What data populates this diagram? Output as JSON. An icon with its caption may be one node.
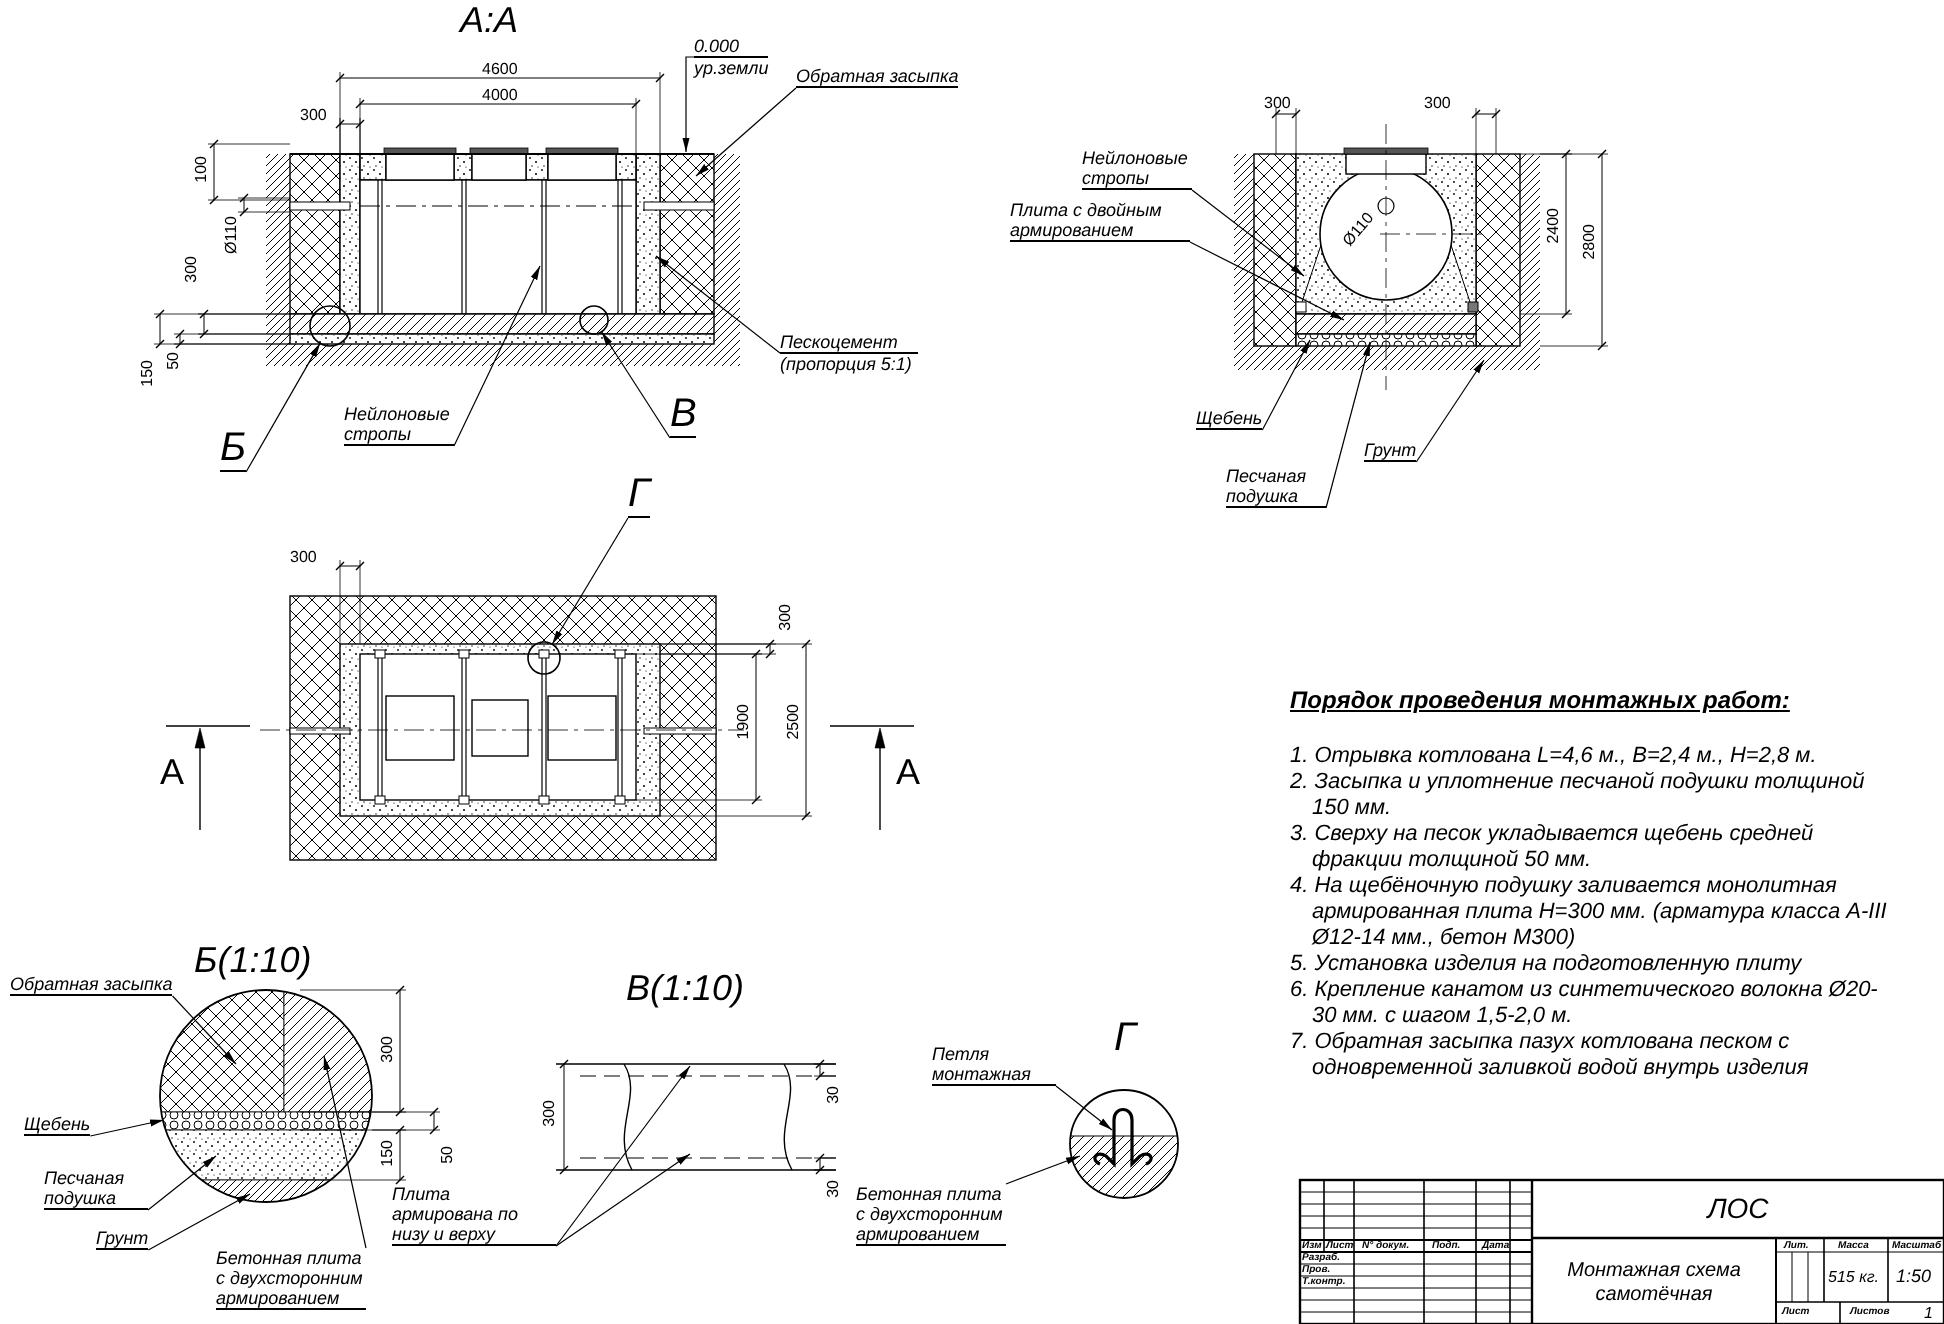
{
  "diagram": {
    "nodes": [
      {
        "text": [],
        "shape": "picture"
      },
      {
        "text": [
          "0.000",
          "ур.земли"
        ]
      },
      {
        "text": [
          "Обратная засыпка"
        ]
      },
      {
        "text": [
          "Пескоцемент",
          "(пропорция 5:1)"
        ]
      },
      {
        "text": [
          "Нейлоновые стропы"
        ]
      },
      {
        "text": [
          "Б"
        ]
      },
      {
        "text": [],
        "shape": "circle",
        "in": 0
      },
      {
        "text": [
          "В"
        ]
      },
      {
        "text": [],
        "shape": "circle",
        "in": 0
      },
      {
        "text": [],
        "shape": "picture"
      },
      {
        "text": [
          "Нейлоновые стропы"
        ]
      },
      {
        "text": [
          "Плита с двойным армированием"
        ]
      },
      {
        "text": [
          "Щебень"
        ]
      },
      {
        "text": [
          "Песчаная подушка"
        ]
      },
      {
        "text": [
          "Грунт"
        ]
      },
      {
        "text": [],
        "shape": "picture"
      },
      {
        "text": [
          "Г"
        ]
      },
      {
        "text": [],
        "shape": "circle",
        "in": 15
      },
      {
        "text": [],
        "shape": "picture"
      },
      {
        "text": [
          "Обратная засыпка"
        ]
      },
      {
        "text": [
          "Щебень"
        ]
      },
      {
        "text": [
          "Песчаная подушка"
        ]
      },
      {
        "text": [
          "Грунт"
        ]
      },
      {
        "text": [
          "Бетонная плита с двухсторонним армированием"
        ]
      },
      {
        "text": [],
        "shape": "picture"
      },
      {
        "text": [
          "Плита армирована по низу и верху"
        ]
      },
      {
        "text": [],
        "shape": "picture"
      },
      {
        "text": [
          "Петля монтажная"
        ]
      },
      {
        "text": [
          "Бетонная плита с двухсторонним армированием"
        ]
      }
    ],
    "edges": [
      {
        "from": 1,
        "to": 0,
        "arrow": "to"
      },
      {
        "from": 2,
        "to": 0,
        "arrow": "to"
      },
      {
        "from": 3,
        "to": 0,
        "arrow": "to"
      },
      {
        "from": 4,
        "to": 0,
        "arrow": "to"
      },
      {
        "from": 5,
        "to": 6,
        "arrow": "to"
      },
      {
        "from": 7,
        "to": 8,
        "arrow": "to"
      },
      {
        "from": 16,
        "to": 17,
        "arrow": "to"
      },
      {
        "from": 10,
        "to": 9,
        "arrow": "to"
      },
      {
        "from": 11,
        "to": 9,
        "arrow": "to"
      },
      {
        "from": 12,
        "to": 9,
        "arrow": "to"
      },
      {
        "from": 13,
        "to": 9,
        "arrow": "to"
      },
      {
        "from": 14,
        "to": 9,
        "arrow": "to"
      },
      {
        "from": 19,
        "to": 18,
        "arrow": "to"
      },
      {
        "from": 20,
        "to": 18,
        "arrow": "to"
      },
      {
        "from": 21,
        "to": 18,
        "arrow": "to"
      },
      {
        "from": 22,
        "to": 18,
        "arrow": "to"
      },
      {
        "from": 23,
        "to": 18,
        "arrow": "to"
      },
      {
        "from": 25,
        "to": 24,
        "arrow": "to"
      },
      {
        "from": 25,
        "to": 24,
        "arrow": "to"
      },
      {
        "from": 27,
        "to": 26,
        "arrow": "to"
      },
      {
        "from": 28,
        "to": 26,
        "arrow": "to"
      }
    ],
    "labels": [
      "А:А",
      "4600",
      "4000",
      "300",
      "100",
      "Ø110",
      "300",
      "150",
      "50",
      "300",
      "300",
      "Ø110",
      "2400",
      "2800",
      "300",
      "300",
      "1900",
      "2500",
      "А",
      "А",
      "Порядок проведения монтажных работ:",
      "1. Отрывка котлована L=4,6 м., B=2,4 м., H=2,8 м.",
      "2. Засыпка и уплотнение песчаной подушки толщиной 150 мм.",
      "3. Сверху на песок укладывается щебень средней фракции толщиной 50 мм.",
      "4. На щебёночную подушку заливается монолитная армированная плита H=300 мм. (арматура класса А-III Ø12-14 мм., бетон М300)",
      "5. Установка изделия на подготовленную плиту",
      "6. Крепление канатом из синтетического волокна Ø20-30 мм. с шагом 1,5-2,0 м.",
      "7. Обратная засыпка пазух котлована песком с одновременной заливкой водой внутрь изделия",
      "Б(1:10)",
      "300",
      "150",
      "50",
      "В(1:10)",
      "300",
      "30",
      "30",
      "Г",
      "ЛОС",
      "Изм",
      "Лист",
      "N° докум.",
      "Подп.",
      "Дата",
      "Монтажная схема самотёчная",
      "Лит.",
      "Масса",
      "Масштаб",
      "Разраб.",
      "515 кг.",
      "1:50",
      "Пров.",
      "Т.контр.",
      "Лист",
      "Листов",
      "1"
    ]
  }
}
